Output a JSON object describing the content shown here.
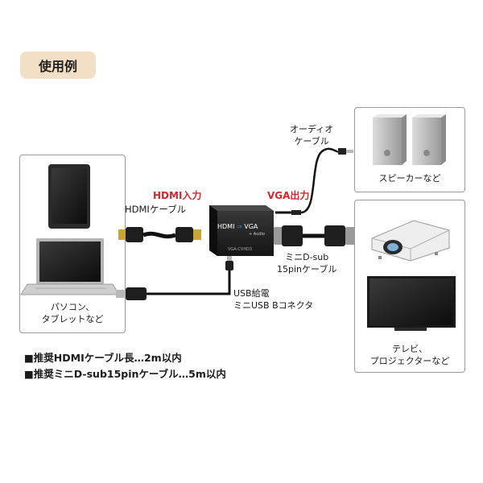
{
  "header": {
    "title": "使用例"
  },
  "devices": {
    "pc": {
      "label_line1": "パソコン、",
      "label_line2": "タブレットなど"
    },
    "speaker": {
      "label": "スピーカーなど"
    },
    "tv": {
      "label_line1": "テレビ、",
      "label_line2": "プロジェクターなど"
    }
  },
  "converter": {
    "text_hdmi": "HDMI",
    "text_arrow": "⇒",
    "text_vga": "VGA",
    "text_audio": "+ Audio",
    "text_model": "VGA-CVHD3"
  },
  "labels": {
    "hdmi_input": "HDMI入力",
    "hdmi_cable": "HDMIケーブル",
    "vga_output": "VGA出力",
    "audio_cable_line1": "オーディオ",
    "audio_cable_line2": "ケーブル",
    "dsub_cable_line1": "ミニD-sub",
    "dsub_cable_line2": "15pinケーブル",
    "usb_line1": "USB給電",
    "usb_line2": "ミニUSB Bコネクタ"
  },
  "notes": [
    "■推奨HDMIケーブル長…2m以内",
    "■推奨ミニD-sub15pinケーブル…5m以内"
  ],
  "colors": {
    "badge": "#f3dfc6",
    "accent_red": "#d8262f",
    "hdmi_blue": "#2f8ad8"
  }
}
